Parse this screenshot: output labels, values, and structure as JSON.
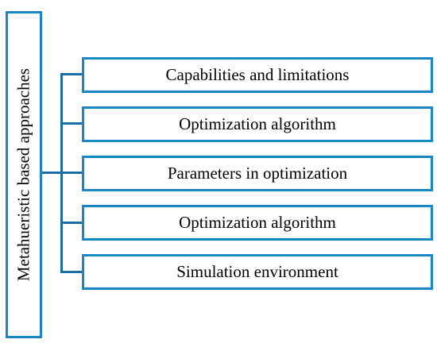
{
  "root": {
    "label": "Metahueristic based approaches"
  },
  "children": [
    {
      "label": "Capabilities and limitations"
    },
    {
      "label": "Optimization algorithm"
    },
    {
      "label": "Parameters in optimization"
    },
    {
      "label": "Optimization algorithm"
    },
    {
      "label": "Simulation environment"
    }
  ],
  "colors": {
    "box_border": "#1a86c8",
    "connector": "#1a6fa8",
    "text": "#000000",
    "background": "#ffffff"
  }
}
